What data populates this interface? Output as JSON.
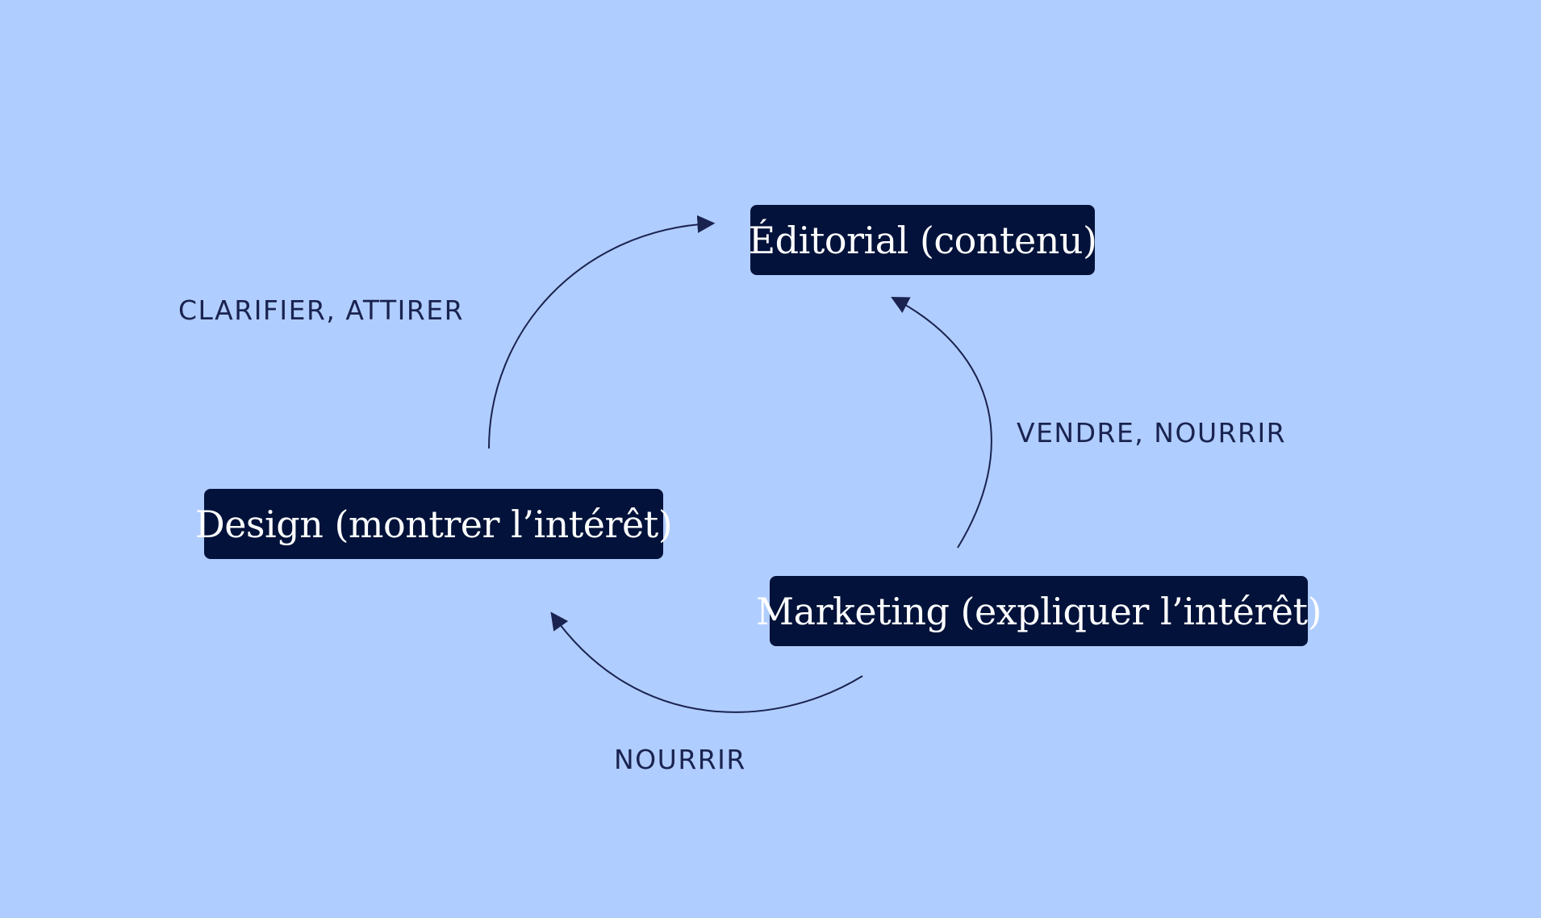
{
  "colors": {
    "background": "#b0cdff",
    "node_fill": "#02123a",
    "node_text": "#ffffff",
    "arrow": "#1a2350",
    "label_text": "#1a2350"
  },
  "nodes": {
    "editorial": "Éditorial (contenu)",
    "design": "Design (montrer l’intérêt)",
    "marketing": "Marketing (expliquer l’intérêt)"
  },
  "edges": [
    {
      "from": "design",
      "to": "editorial",
      "label": "CLARIFIER, ATTIRER"
    },
    {
      "from": "marketing",
      "to": "editorial",
      "label": "VENDRE, NOURRIR"
    },
    {
      "from": "marketing",
      "to": "design",
      "label": "NOURRIR"
    }
  ]
}
